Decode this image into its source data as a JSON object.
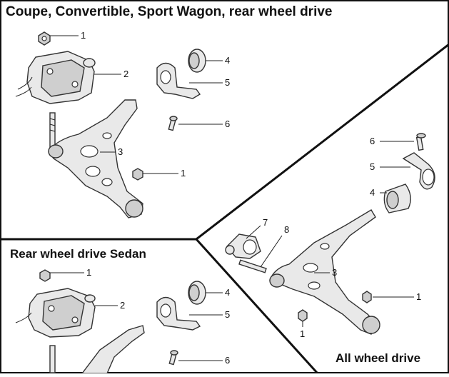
{
  "sections": {
    "coupe": {
      "title": "Coupe, Convertible, Sport Wagon, rear wheel drive",
      "callouts": [
        "1",
        "2",
        "4",
        "5",
        "6",
        "3",
        "1"
      ]
    },
    "sedan": {
      "title": "Rear wheel drive Sedan",
      "callouts": [
        "1",
        "2",
        "4",
        "5",
        "6"
      ]
    },
    "awd": {
      "title": "All wheel drive",
      "callouts": [
        "6",
        "5",
        "4",
        "7",
        "8",
        "3",
        "1",
        "1"
      ]
    }
  }
}
